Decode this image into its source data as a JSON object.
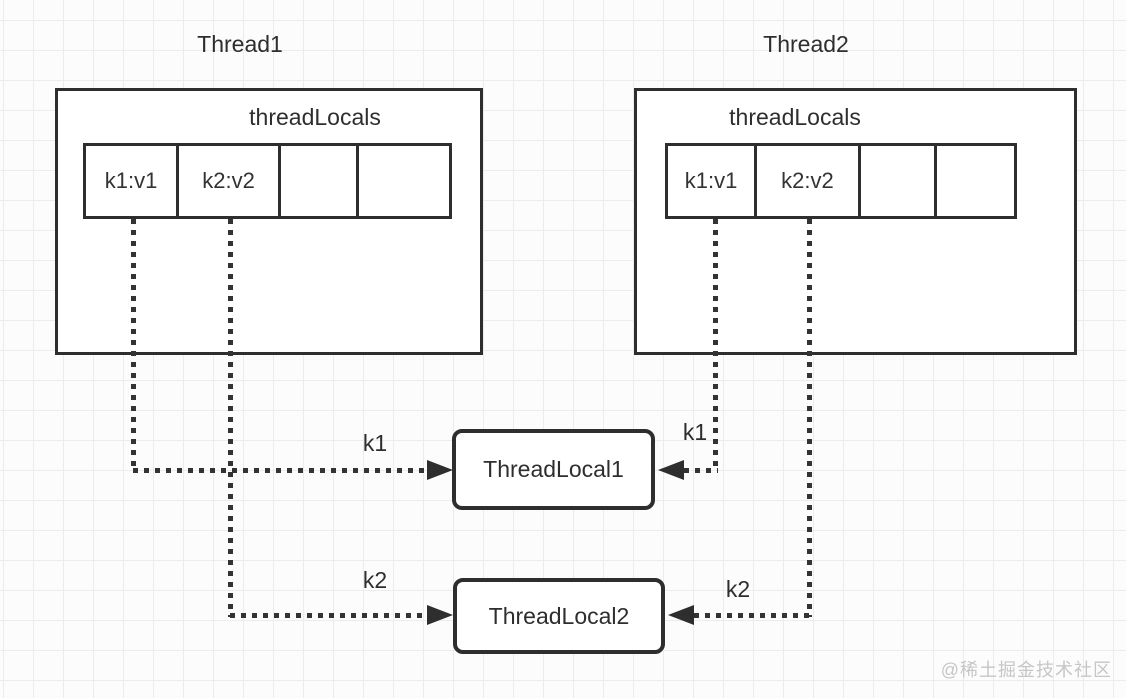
{
  "diagram": {
    "thread1": {
      "title": "Thread1",
      "map_label": "threadLocals",
      "slots": [
        "k1:v1",
        "k2:v2",
        "",
        ""
      ]
    },
    "thread2": {
      "title": "Thread2",
      "map_label": "threadLocals",
      "slots": [
        "k1:v1",
        "k2:v2",
        "",
        ""
      ]
    },
    "threadlocal1": {
      "label": "ThreadLocal1"
    },
    "threadlocal2": {
      "label": "ThreadLocal2"
    },
    "edges": {
      "left_k1_label": "k1",
      "left_k2_label": "k2",
      "right_k1_label": "k1",
      "right_k2_label": "k2"
    },
    "colors": {
      "line": "#2e2e2e",
      "grid": "#ececec",
      "background": "#fcfcfc",
      "watermark": "#c6c6c6"
    }
  },
  "watermark": {
    "text": "@稀土掘金技术社区"
  }
}
